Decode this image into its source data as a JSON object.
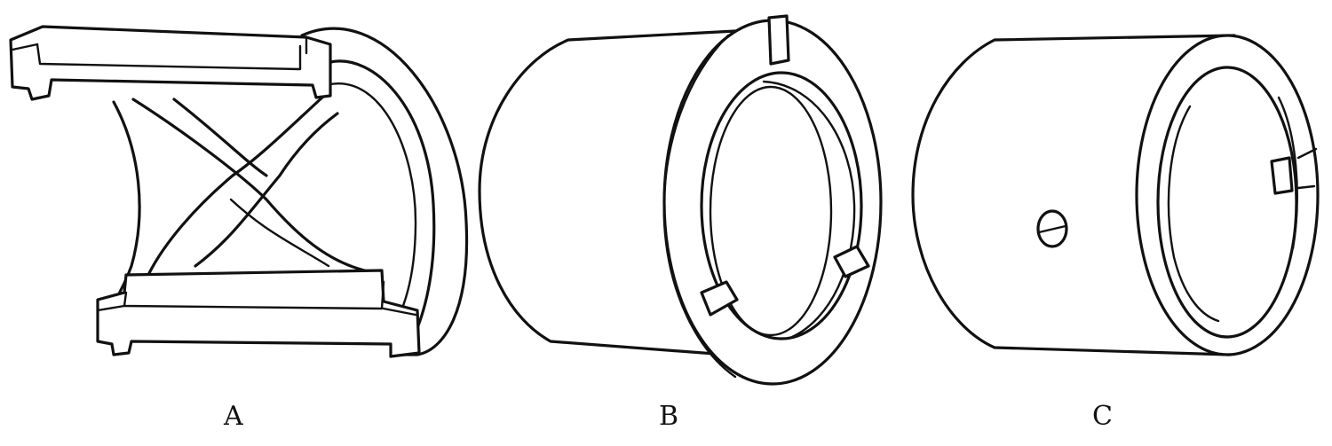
{
  "figure": {
    "labels": {
      "a": "A",
      "b": "B",
      "c": "C"
    },
    "ink_color": "#111111",
    "background_color": "#ffffff"
  }
}
